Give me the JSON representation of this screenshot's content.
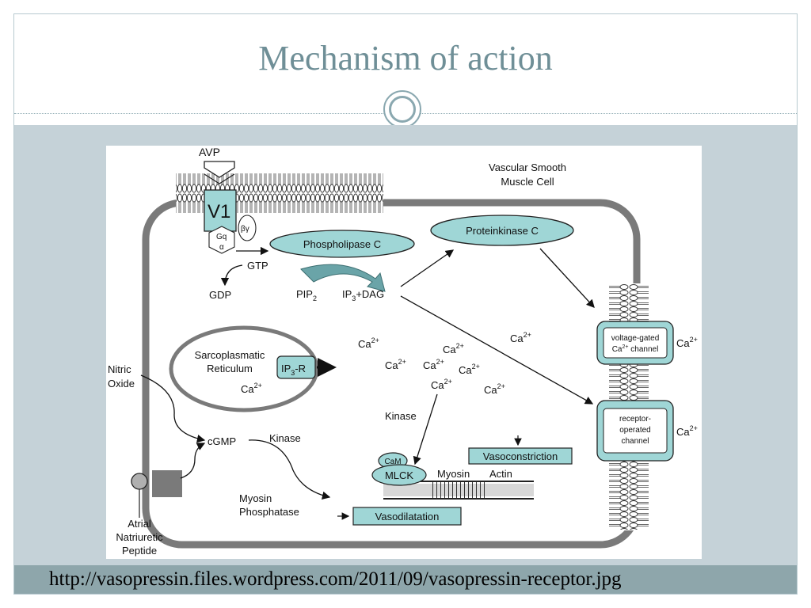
{
  "slide": {
    "title": "Mechanism of action",
    "source_url": "http://vasopressin.files.wordpress.com/2011/09/vasopressin-receptor.jpg"
  },
  "colors": {
    "accent": "#6f8f97",
    "band": "#c5d2d8",
    "footer": "#8ea6ab",
    "teal_fill": "#9fd6d6",
    "cell_border": "#7a7a7a"
  },
  "diagram": {
    "ligand": "AVP",
    "cell_label_1": "Vascular Smooth",
    "cell_label_2": "Muscle Cell",
    "receptor": "V1",
    "gq": "Gq",
    "alpha": "α",
    "beta_gamma": "βγ",
    "phospholipase": "Phospholipase C",
    "proteinkinase": "Proteinkinase C",
    "gtp": "GTP",
    "gdp": "GDP",
    "pip": "PIP",
    "pip_sub": "2",
    "ip": "IP",
    "ip_sub": "3",
    "dag": "+DAG",
    "sr_1": "Sarcoplasmatic",
    "sr_2": "Reticulum",
    "ip3r": "IP",
    "ip3r_sub": "3",
    "ip3r_suffix": "-R",
    "ca": "Ca",
    "ca_sup": "2+",
    "vg_1": "voltage-gated",
    "vg_2": "Ca",
    "vg_2_sup": "2+",
    "vg_3": " channel",
    "ro_1": "receptor-",
    "ro_2": "operated",
    "ro_3": "channel",
    "nitric": "Nitric",
    "oxide": "Oxide",
    "cgmp": "cGMP",
    "kinase": "Kinase",
    "myosin_phos_1": "Myosin",
    "myosin_phos_2": "Phosphatase",
    "cam": "CaM",
    "mlck": "MLCK",
    "myosin": "Myosin",
    "actin": "Actin",
    "vasoconstriction": "Vasoconstriction",
    "vasodilatation": "Vasodilatation",
    "anp_1": "Atrial",
    "anp_2": "Natriuretic",
    "anp_3": "Peptide"
  }
}
